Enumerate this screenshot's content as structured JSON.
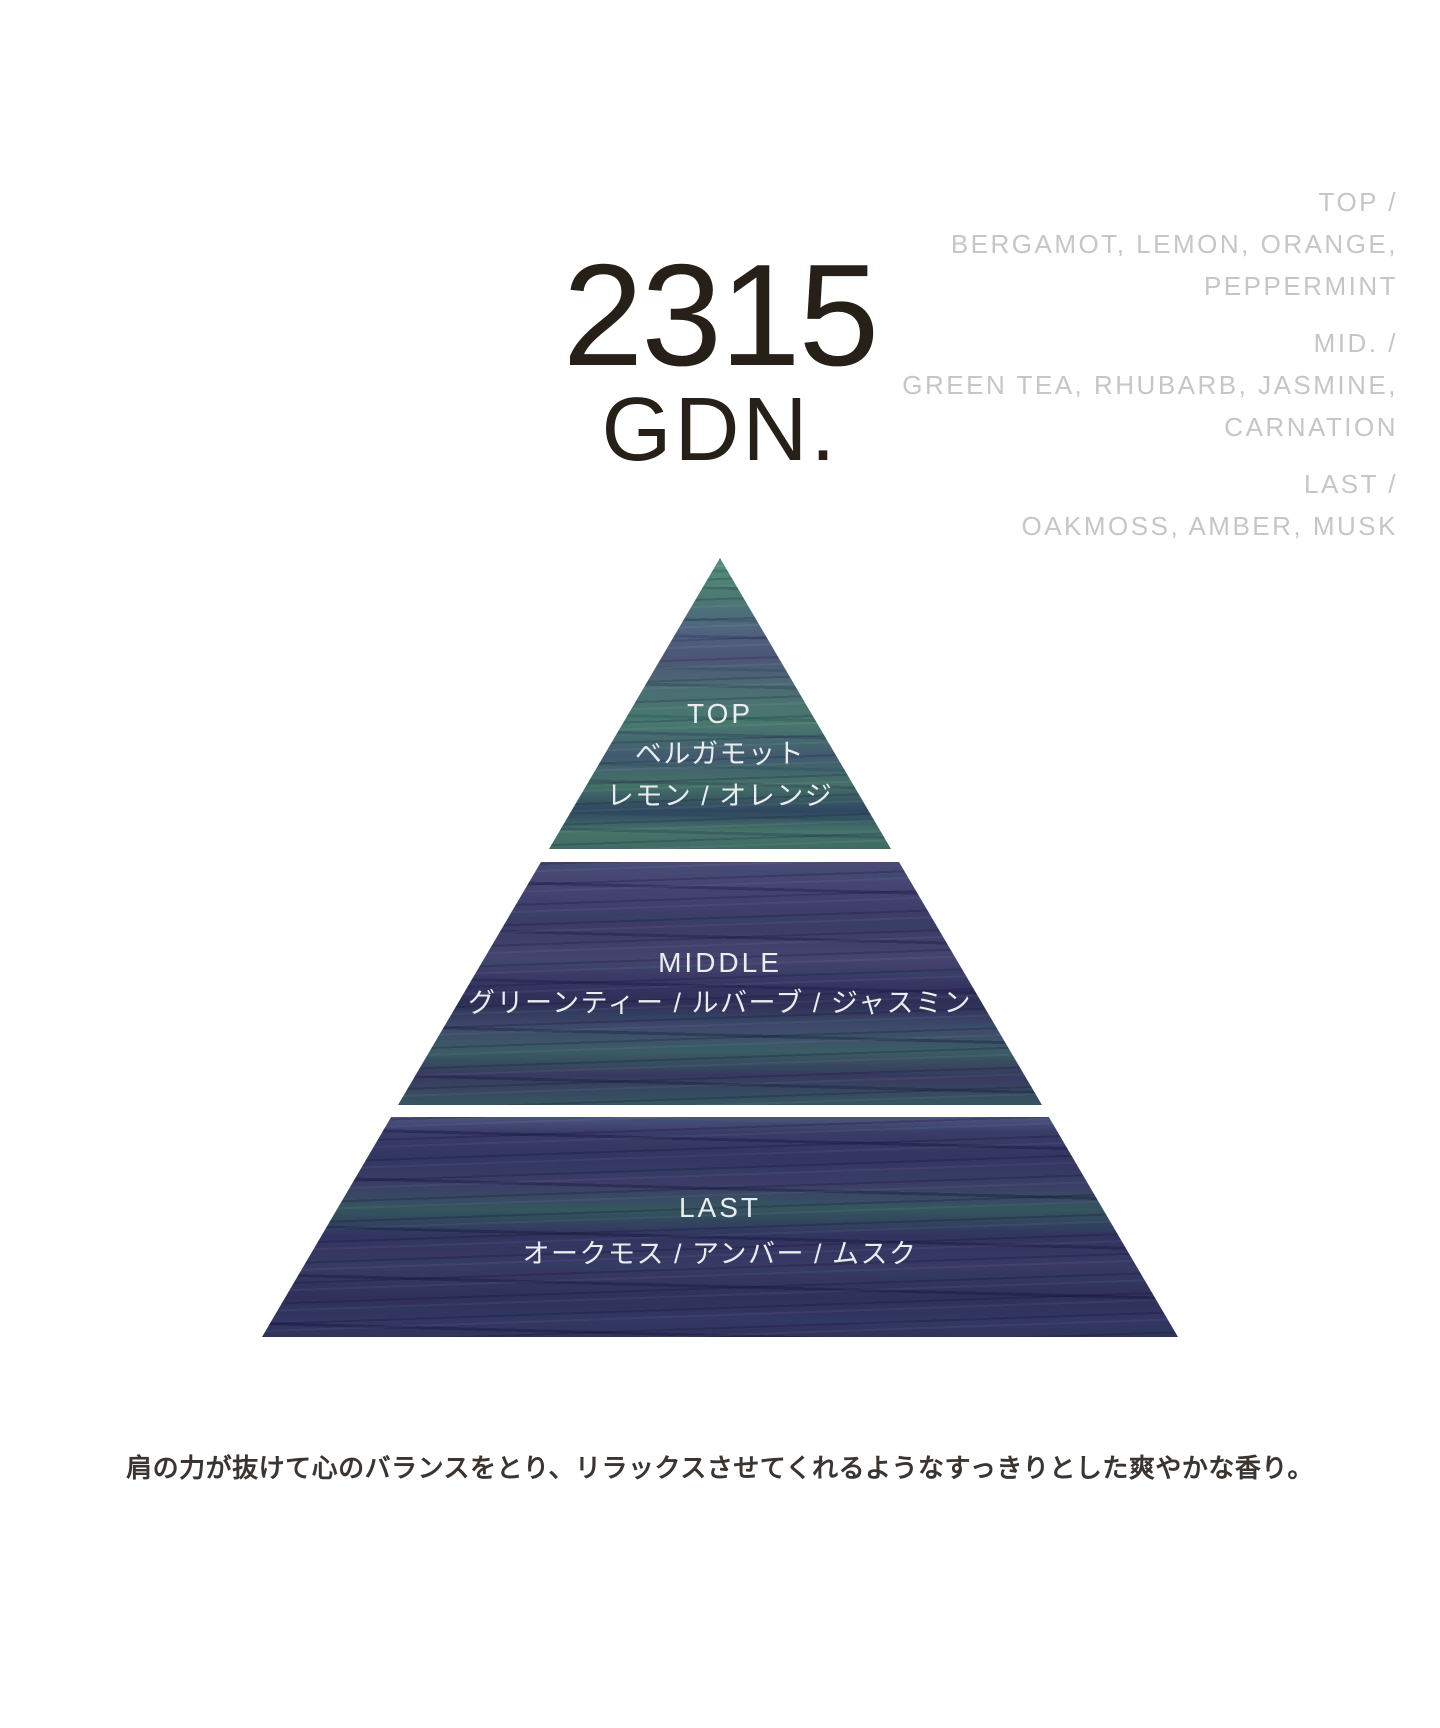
{
  "title": {
    "number": "2315",
    "name": "GDN."
  },
  "notes_list": {
    "groups": [
      {
        "label": "TOP /",
        "lines": [
          "BERGAMOT, LEMON, ORANGE,",
          "PEPPERMINT"
        ]
      },
      {
        "label": "MID. /",
        "lines": [
          "GREEN TEA, RHUBARB, JASMINE,",
          "CARNATION"
        ]
      },
      {
        "label": "LAST /",
        "lines": [
          "OAKMOSS, AMBER, MUSK"
        ]
      }
    ]
  },
  "pyramid": {
    "sections": [
      {
        "label": "TOP",
        "notes_jp": [
          "ベルガモット",
          "レモン / オレンジ"
        ]
      },
      {
        "label": "MIDDLE",
        "notes_jp": [
          "グリーンティー / ルバーブ / ジャスミン"
        ]
      },
      {
        "label": "LAST",
        "notes_jp": [
          "オークモス / アンバー / ムスク"
        ]
      }
    ]
  },
  "description": "肩の力が抜けて心のバランスをとり、リラックスさせてくれるようなすっきりとした爽やかな香り。",
  "colors": {
    "page_background": "#ffffff",
    "title_color": "#272019",
    "notes_list_color": "#c5c6c8",
    "pyramid_text_color": "#e9edee",
    "description_color": "#3b3531",
    "pyramid_teal": "#4a7d72",
    "pyramid_indigo": "#3b3c67",
    "pyramid_indigo_dark": "#32345c"
  }
}
